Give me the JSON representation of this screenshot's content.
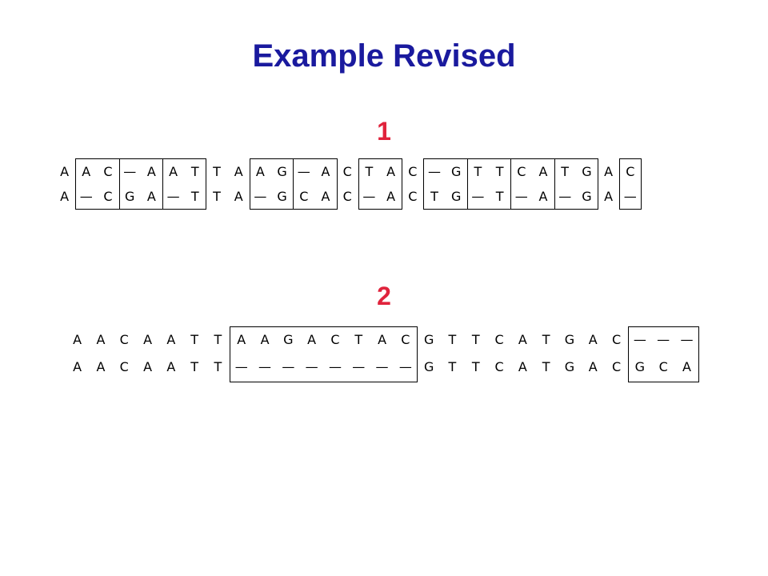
{
  "title": "Example Revised",
  "alignment1": {
    "label": "1",
    "top": [
      "A",
      "A",
      "C",
      "—",
      "A",
      "A",
      "T",
      "T",
      "A",
      "A",
      "G",
      "—",
      "A",
      "C",
      "T",
      "A",
      "C",
      "—",
      "G",
      "T",
      "T",
      "C",
      "A",
      "T",
      "G",
      "A",
      "C"
    ],
    "bottom": [
      "A",
      "—",
      "C",
      "G",
      "A",
      "—",
      "T",
      "T",
      "A",
      "—",
      "G",
      "C",
      "A",
      "C",
      "—",
      "A",
      "C",
      "T",
      "G",
      "—",
      "T",
      "—",
      "A",
      "—",
      "G",
      "A",
      "—"
    ]
  },
  "alignment2": {
    "label": "2",
    "top": [
      "A",
      "A",
      "C",
      "A",
      "A",
      "T",
      "T",
      "A",
      "A",
      "G",
      "A",
      "C",
      "T",
      "A",
      "C",
      "G",
      "T",
      "T",
      "C",
      "A",
      "T",
      "G",
      "A",
      "C",
      "—",
      "—",
      "—"
    ],
    "bottom": [
      "A",
      "A",
      "C",
      "A",
      "A",
      "T",
      "T",
      "—",
      "—",
      "—",
      "—",
      "—",
      "—",
      "—",
      "—",
      "G",
      "T",
      "T",
      "C",
      "A",
      "T",
      "G",
      "A",
      "C",
      "G",
      "C",
      "A"
    ]
  }
}
